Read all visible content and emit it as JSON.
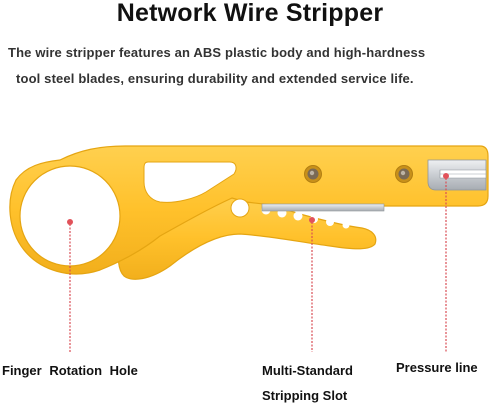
{
  "title": "Network Wire Stripper",
  "description": {
    "line1": "The wire stripper features an ABS plastic body and high-hardness",
    "line2": "tool steel blades, ensuring durability and extended service life."
  },
  "callouts": {
    "finger_hole": "Finger  Rotation Hole",
    "slot_line1": "Multi-Standard",
    "slot_line2": "Stripping Slot",
    "pressure": "Pressure line"
  },
  "colors": {
    "body": "#FFC12B",
    "body_outline": "#E5A512",
    "blade": "#C9CDD2",
    "callout_line": "#D94E55",
    "callout_dot": "#E1525A"
  }
}
